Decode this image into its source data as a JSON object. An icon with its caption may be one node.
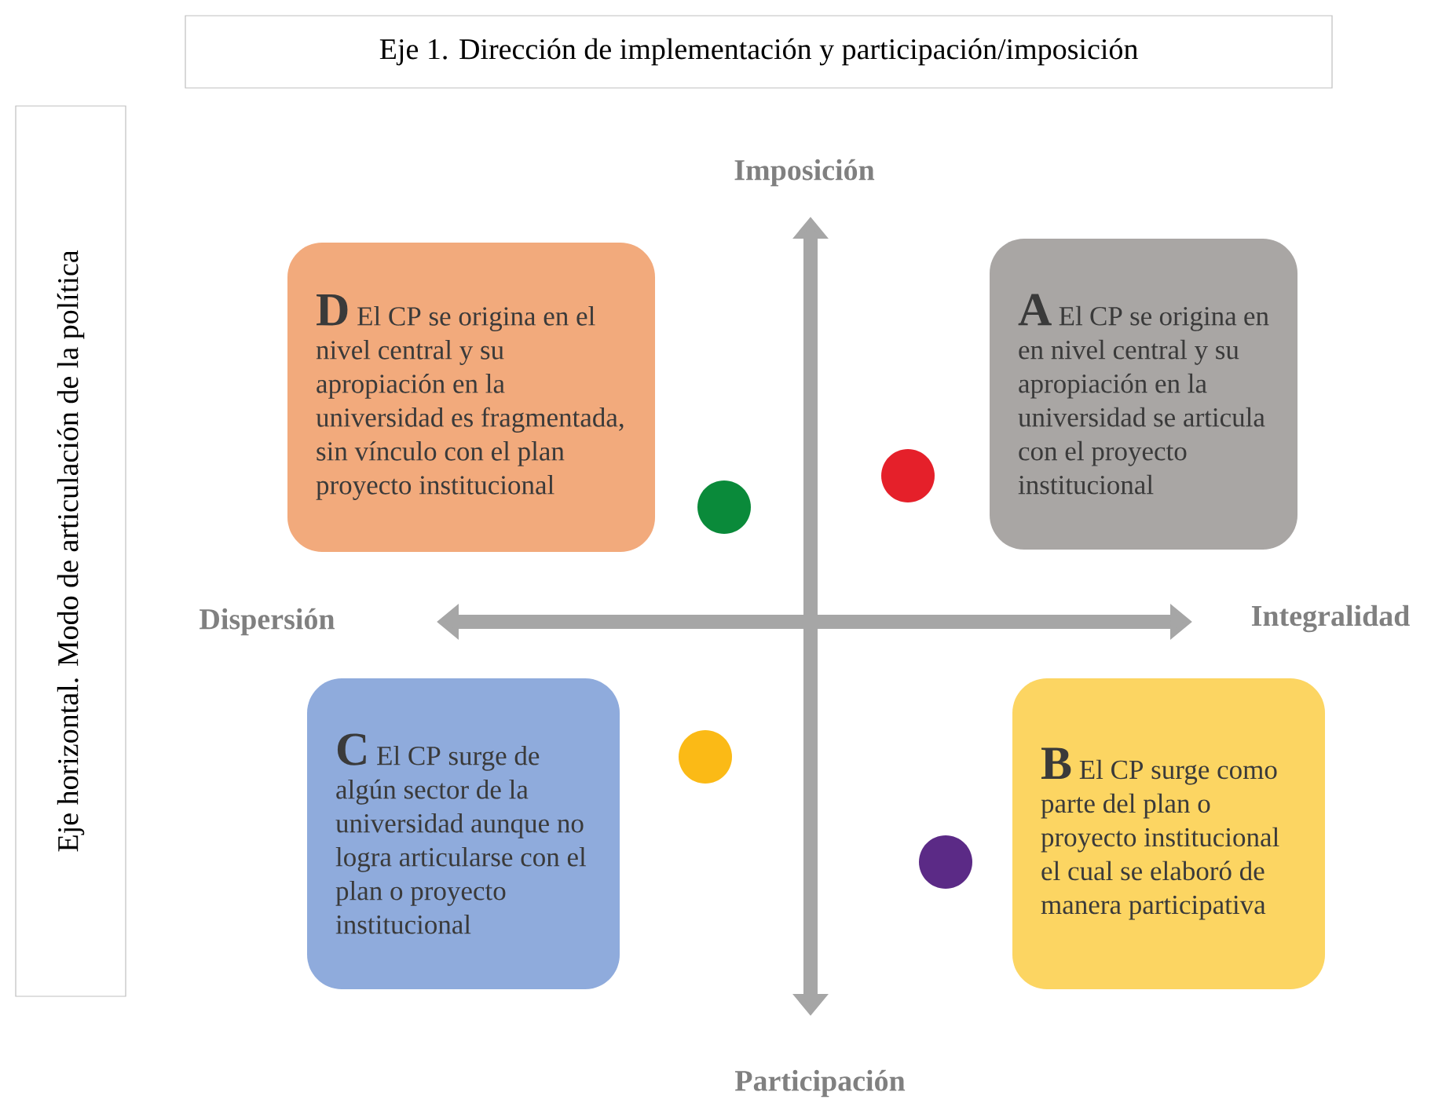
{
  "diagram": {
    "title": "Eje 1. Dirección de implementación y participación/imposición",
    "nodes": [
      {
        "text": [
          "D",
          "El CP se origina en el nivel central y su apropiación en la universidad es fragmentada, sin vínculo con el plan proyecto institucional"
        ]
      },
      {
        "text": [
          "A",
          "El CP se origina en en nivel central  y su apropiación en la universidad se articula con el proyecto institucional"
        ]
      },
      {
        "text": [
          "C",
          "El CP surge de algún sector de la universidad aunque no logra articularse con el plan o proyecto institucional"
        ]
      },
      {
        "text": [
          "B",
          "El CP surge como parte del plan o proyecto institucional el cual se elaboró de manera participativa"
        ]
      }
    ],
    "labels": [
      "Eje horizontal. Modo de articulación de la política",
      "Imposición",
      "Dispersión",
      "Integralidad",
      "Participación"
    ]
  }
}
